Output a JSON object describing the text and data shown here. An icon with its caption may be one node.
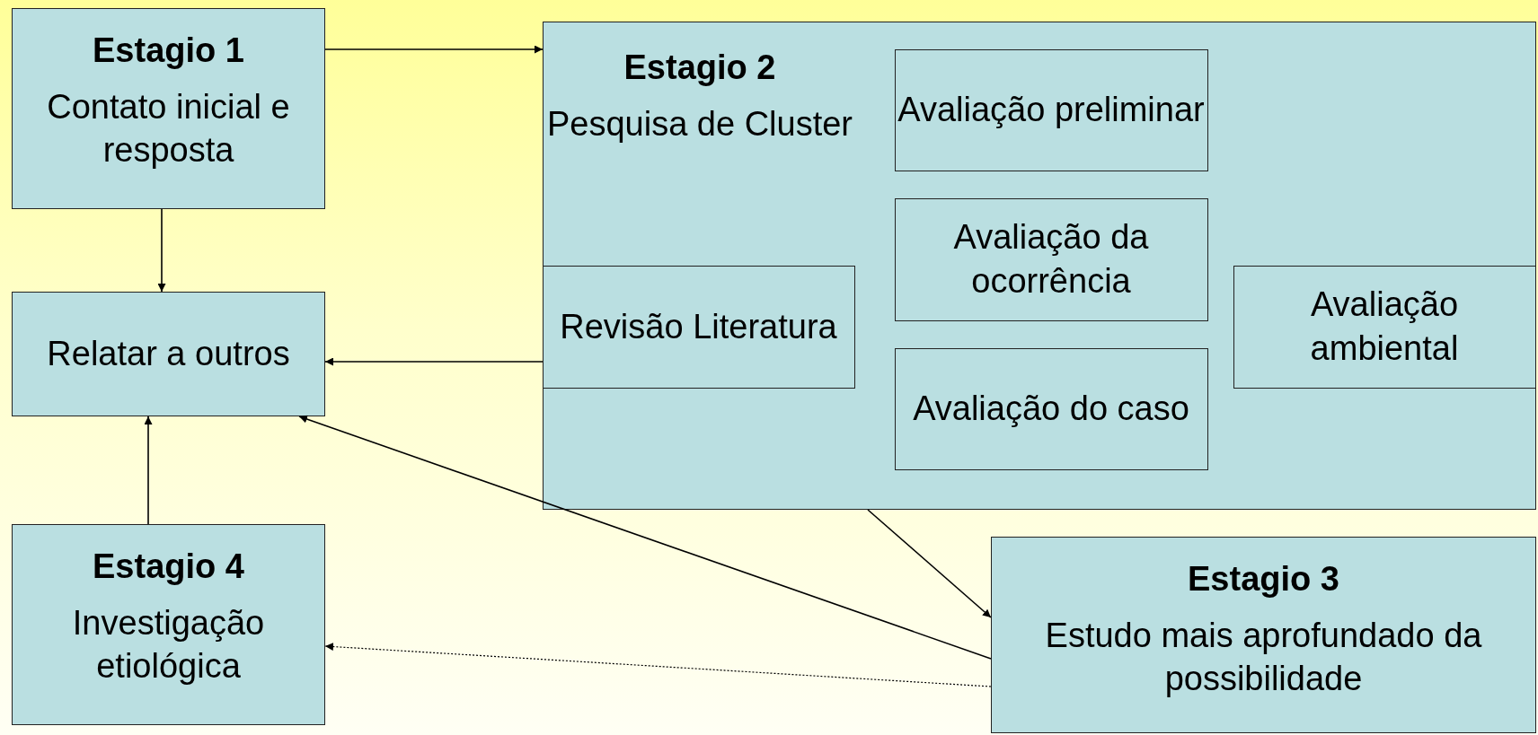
{
  "diagram": {
    "nodes": [
      {
        "text": [
          "Estagio 1",
          "Contato inicial e resposta"
        ]
      },
      {
        "text": [
          "Estagio 2",
          "Pesquisa de Cluster"
        ]
      },
      {
        "text": [
          "Avaliação preliminar"
        ],
        "in": 1
      },
      {
        "text": [
          "Avaliação da ocorrência"
        ],
        "in": 1
      },
      {
        "text": [
          "Revisão Literatura"
        ],
        "in": 1
      },
      {
        "text": [
          "Avaliação ambiental"
        ],
        "in": 1
      },
      {
        "text": [
          "Avaliação do caso"
        ],
        "in": 1
      },
      {
        "text": [
          "Relatar a outros"
        ]
      },
      {
        "text": [
          "Estagio 4",
          "Investigação etiológica"
        ]
      },
      {
        "text": [
          "Estagio 3",
          "Estudo mais aprofundado da possibilidade"
        ]
      }
    ],
    "edges": [
      {
        "from": 0,
        "to": 1,
        "arrow": "to"
      },
      {
        "from": 0,
        "to": 7,
        "arrow": "to"
      },
      {
        "from": 1,
        "to": 7,
        "arrow": "to"
      },
      {
        "from": 8,
        "to": 7,
        "arrow": "to"
      },
      {
        "from": 9,
        "to": 7,
        "arrow": "to"
      },
      {
        "from": 1,
        "to": 9,
        "arrow": "to"
      },
      {
        "from": 9,
        "to": 8,
        "arrow": "to",
        "style": "dashed"
      }
    ]
  }
}
